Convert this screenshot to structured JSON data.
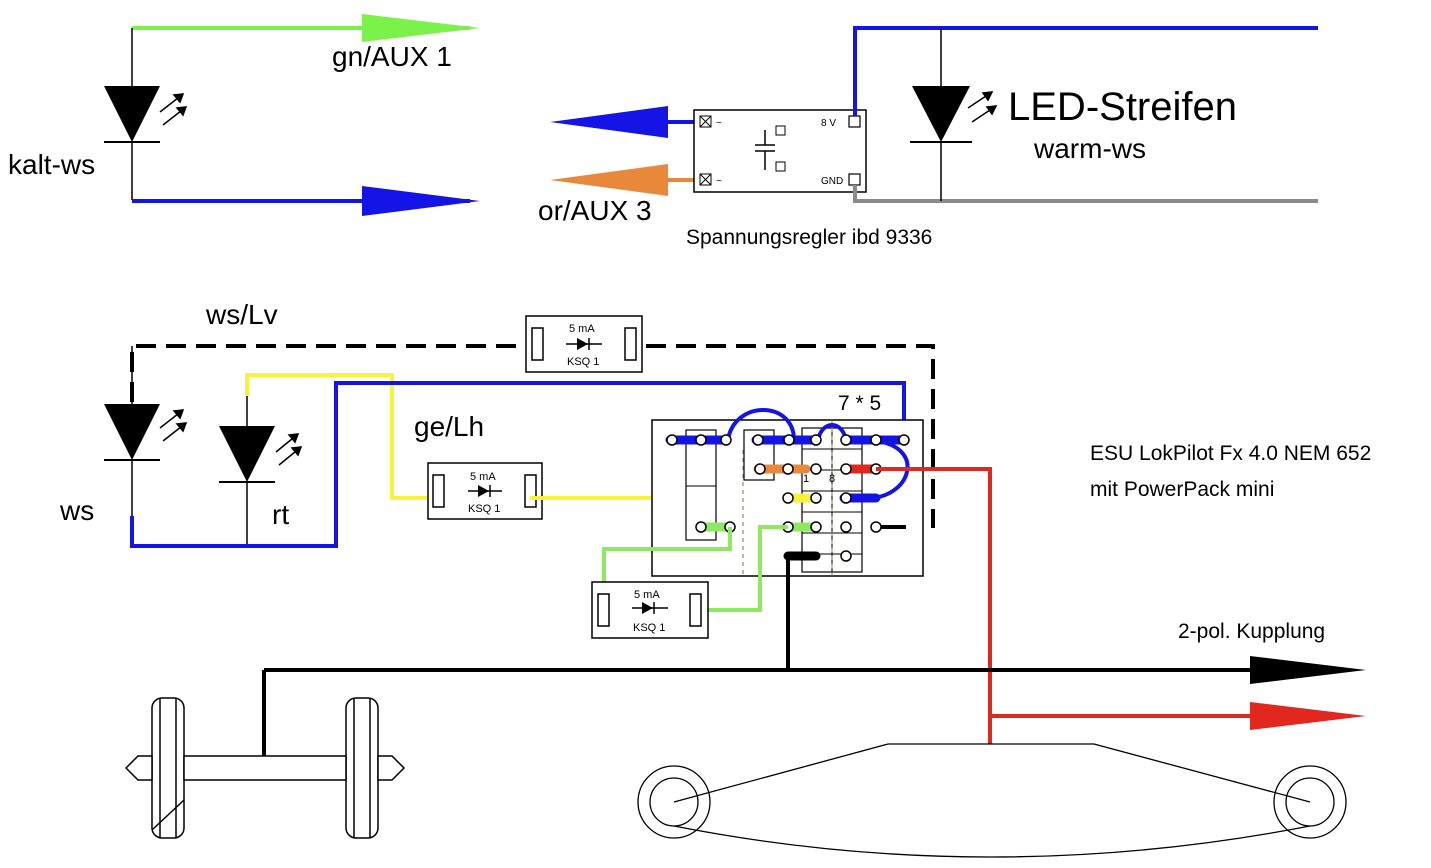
{
  "labels": {
    "gn_aux1": "gn/AUX 1",
    "kalt_ws": "kalt-ws",
    "or_aux3": "or/AUX 3",
    "regler_name": "Spannungsregler ibd 9336",
    "regler_8v": "8 V",
    "regler_gnd": "GND",
    "regler_tilde_top": "~",
    "regler_tilde_bottom": "~",
    "led_streifen": "LED-Streifen",
    "warm_ws": "warm-ws",
    "ws_lv": "ws/Lv",
    "ge_lh": "ge/Lh",
    "ws": "ws",
    "rt": "rt",
    "seven_five": "7 * 5",
    "pin_1": "1",
    "pin_8": "8",
    "decoder_line1": "ESU LokPilot Fx 4.0 NEM 652",
    "decoder_line2": "mit PowerPack mini",
    "kupplung": "2-pol. Kupplung"
  },
  "ksq": [
    {
      "current": "5 mA",
      "name": "KSQ 1"
    },
    {
      "current": "5 mA",
      "name": "KSQ 1"
    },
    {
      "current": "5 mA",
      "name": "KSQ 1"
    }
  ],
  "colors": {
    "green": "#7af24a",
    "blue": "#1414e6",
    "orange": "#e8883a",
    "yellow": "#f8f23a",
    "red": "#e0281e",
    "black": "#000000",
    "gray": "#8a8a8a",
    "lightgreen": "#8ee860"
  }
}
